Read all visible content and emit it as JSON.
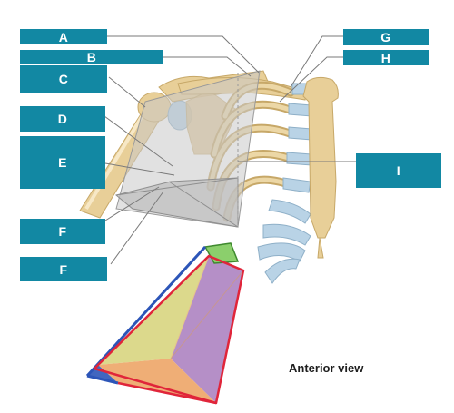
{
  "labels": {
    "a": "A",
    "b": "B",
    "c": "C",
    "d": "D",
    "e": "E",
    "f1": "F",
    "f2": "F",
    "g": "G",
    "h": "H",
    "i": "I"
  },
  "caption": "Anterior view",
  "colors": {
    "label_fill": "#1288a3",
    "label_text": "#ffffff",
    "bone": "#e8cf98",
    "cartilage": "#b9d3e6",
    "axilla_box": "#cfcfcf",
    "wedge_yellow": "#dcd98c",
    "wedge_purple": "#b58fc7",
    "wedge_orange": "#efae76",
    "wedge_green": "#8bcf6c",
    "outline_red": "#e0253a",
    "outline_blue": "#2c55b8"
  }
}
